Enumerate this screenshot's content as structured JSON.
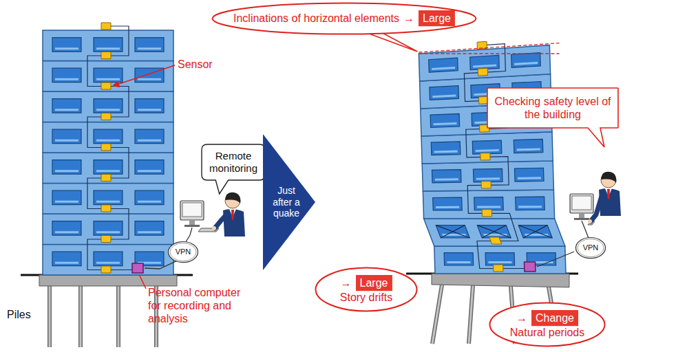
{
  "diagram": {
    "nodes": [
      {
        "text": [
          "Inclinations of horizontal elements",
          "→"
        ]
      },
      {
        "text": [
          "Large"
        ],
        "in": 0
      },
      {
        "text": [
          "Remote monitoring"
        ]
      },
      {
        "text": [
          "Just after a quake"
        ]
      },
      {
        "text": [
          "Checking safety level of the building"
        ]
      },
      {
        "text": [
          "Story drifts",
          "→"
        ]
      },
      {
        "text": [
          "Large"
        ],
        "in": 5
      },
      {
        "text": [
          "VPN"
        ]
      },
      {
        "text": [
          "VPN"
        ]
      },
      {
        "text": [
          "Natural periods",
          "→"
        ]
      },
      {
        "text": [
          "Change"
        ],
        "in": 9
      }
    ],
    "labels": [
      "Sensor",
      "Personal computer for recording and analysis",
      "Piles"
    ]
  }
}
